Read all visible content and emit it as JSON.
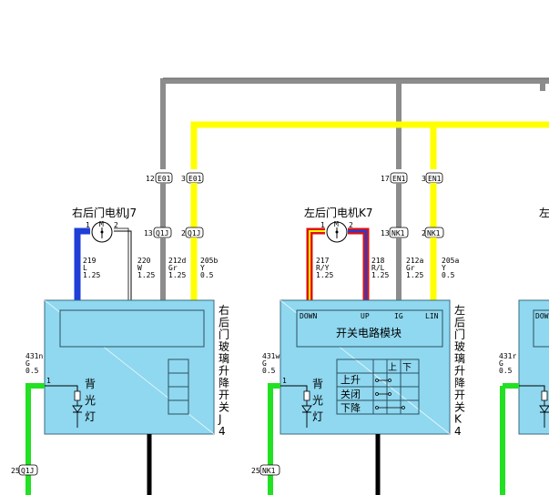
{
  "connectors": {
    "e01_12": "12",
    "e01_3": "3",
    "e01_name": "E01",
    "en1_17": "17",
    "en1_3": "3",
    "en1_name": "EN1",
    "q1j_13": "13",
    "q1j_2": "2",
    "q1j_name": "Q1J",
    "nk1_13": "13",
    "nk1_2": "2",
    "nk1_name": "NK1",
    "bottom_left_pin": "25",
    "bottom_left_name": "Q1J",
    "bottom_mid_pin": "25",
    "bottom_mid_name": "NK1"
  },
  "motors": {
    "j7_title": "右后门电机J7",
    "k7_title": "左后门电机K7",
    "pin1": "1",
    "pin2": "2",
    "symbol": "M"
  },
  "wires": {
    "w219": [
      "219",
      "L",
      "1.25"
    ],
    "w220": [
      "220",
      "W",
      "1.25"
    ],
    "w212d": [
      "212d",
      "Gr",
      "1.25"
    ],
    "w205b": [
      "205b",
      "Y",
      "0.5"
    ],
    "w217": [
      "217",
      "R/Y",
      "1.25"
    ],
    "w218": [
      "218",
      "R/L",
      "1.25"
    ],
    "w212a": [
      "212a",
      "Gr",
      "1.25"
    ],
    "w205a": [
      "205a",
      "Y",
      "0.5"
    ],
    "w431n": [
      "431n",
      "G",
      "0.5"
    ],
    "w431w": [
      "431w",
      "G",
      "0.5"
    ],
    "w431r": [
      "431r",
      "G",
      "0.5"
    ]
  },
  "switch_j4": {
    "title": "右后门玻璃升降开关J4",
    "backlight": "背光灯",
    "pin1": "1"
  },
  "switch_k4": {
    "title": "左后门玻璃升降开关K4",
    "down": "DOWN",
    "up": "UP",
    "ig": "IG",
    "lin": "LIN",
    "module": "开关电路模块",
    "backlight": "背光灯",
    "row_up": "上升",
    "row_close": "关闭",
    "row_down": "下降",
    "col_up": "上",
    "col_down": "下",
    "pin1": "1"
  },
  "partial_right": {
    "title_fragment": "左",
    "down_fragment": "DOW"
  },
  "colors": {
    "gray_wire": "#8c8c8c",
    "yellow_wire": "#ffff00",
    "blue_wire": "#1f3fd6",
    "green_wire": "#22e022",
    "red_wire": "#e01010",
    "box_fill": "#8fd8f0",
    "box_stroke": "#3a6b82",
    "black_wire": "#000000"
  }
}
